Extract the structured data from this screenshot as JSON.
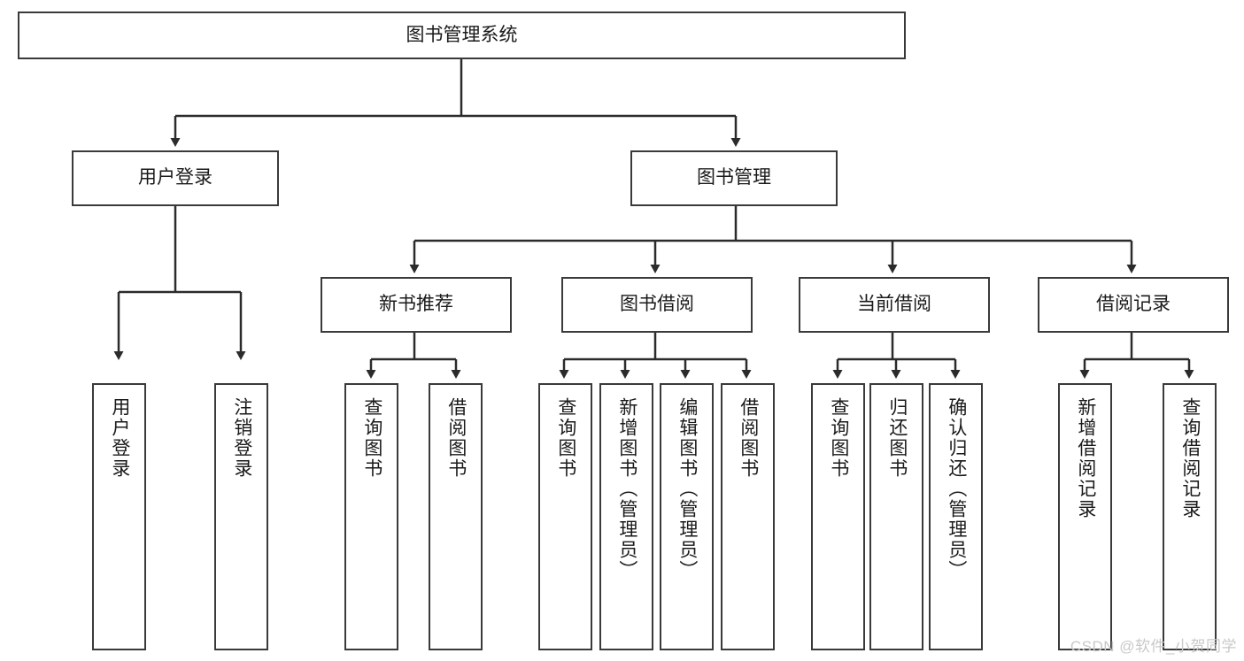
{
  "diagram": {
    "title": "图书管理系统",
    "type": "hierarchy-tree",
    "root": {
      "label": "图书管理系统"
    },
    "level2": [
      {
        "label": "用户登录"
      },
      {
        "label": "图书管理"
      }
    ],
    "level3": [
      {
        "label": "新书推荐"
      },
      {
        "label": "图书借阅"
      },
      {
        "label": "当前借阅"
      },
      {
        "label": "借阅记录"
      }
    ],
    "leaves": {
      "user_login": [
        {
          "label": "用户登录"
        },
        {
          "label": "注销登录"
        }
      ],
      "new_book_recommend": [
        {
          "label": "查询图书"
        },
        {
          "label": "借阅图书"
        }
      ],
      "book_borrow": [
        {
          "label": "查询图书"
        },
        {
          "label": "新增图书（管理员）"
        },
        {
          "label": "编辑图书（管理员）"
        },
        {
          "label": "借阅图书"
        }
      ],
      "current_borrow": [
        {
          "label": "查询图书"
        },
        {
          "label": "归还图书"
        },
        {
          "label": "确认归还（管理员）"
        }
      ],
      "borrow_record": [
        {
          "label": "新增借阅记录"
        },
        {
          "label": "查询借阅记录"
        }
      ]
    }
  },
  "watermark": {
    "text": "CSDN @软件_小贺同学"
  },
  "colors": {
    "border": "#3a3a3a",
    "text": "#1a1a1a",
    "background": "#ffffff",
    "watermark": "#c9c9c9"
  }
}
